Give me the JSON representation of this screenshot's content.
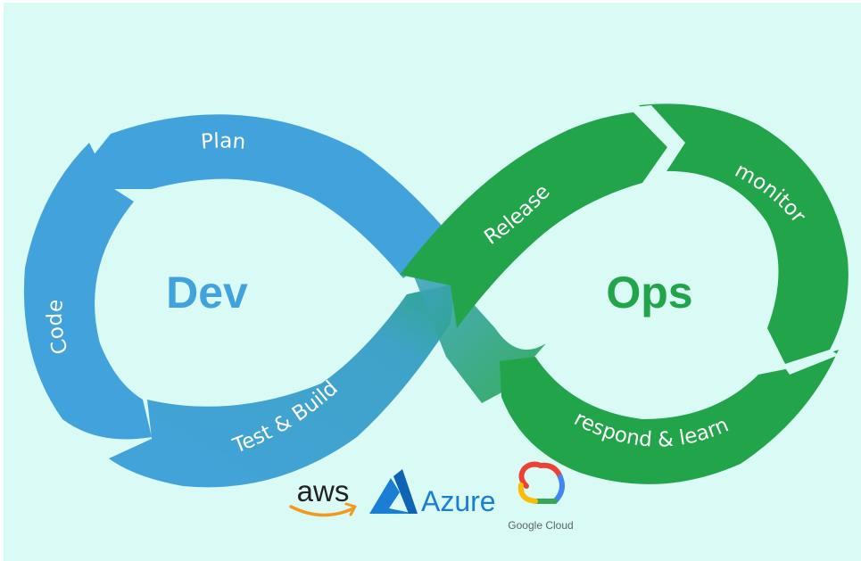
{
  "diagram": {
    "dev_label": "Dev",
    "ops_label": "Ops",
    "stages": {
      "plan": "Plan",
      "code": "Code",
      "test_build": "Test & Build",
      "release": "Release",
      "monitor": "monitor",
      "respond": "respond & learn"
    }
  },
  "logos": {
    "aws": "aws",
    "azure": "Azure",
    "google_cloud": "Google Cloud"
  },
  "colors": {
    "background": "#dafaf5",
    "dev_blue": "#42a3dc",
    "ops_green": "#22a44a"
  }
}
